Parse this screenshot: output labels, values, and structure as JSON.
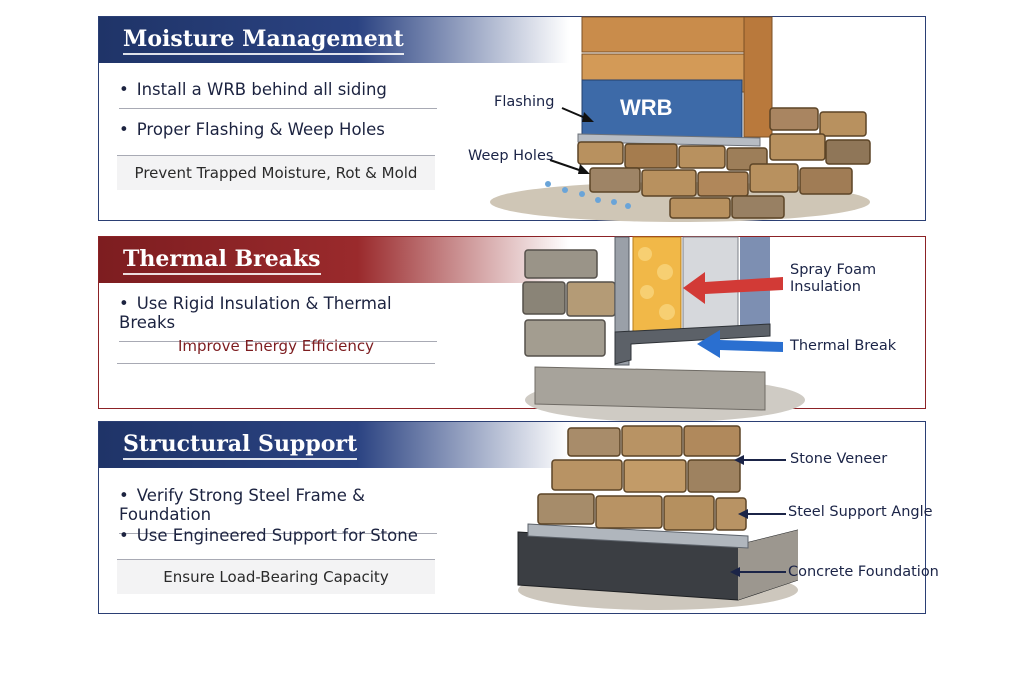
{
  "moisture": {
    "title": "Moisture Management",
    "bullets": [
      "Install a WRB behind all siding",
      "Proper Flashing & Weep Holes"
    ],
    "note": "Prevent Trapped Moisture, Rot & Mold",
    "labels": {
      "flashing": "Flashing",
      "weep": "Weep Holes",
      "wrb": "WRB"
    }
  },
  "thermal": {
    "title": "Thermal Breaks",
    "bullets": [
      "Use Rigid Insulation & Thermal Breaks"
    ],
    "note": "Improve Energy Efficiency",
    "labels": {
      "spray": "Spray Foam\nInsulation",
      "break": "Thermal Break"
    }
  },
  "structural": {
    "title": "Structural Support",
    "bullets": [
      "Verify Strong Steel Frame & Foundation",
      "Use Engineered Support for Stone"
    ],
    "note": "Ensure Load-Bearing Capacity",
    "labels": {
      "veneer": "Stone Veneer",
      "angle": "Steel Support Angle",
      "foundation": "Concrete Foundation"
    }
  },
  "colors": {
    "blue": "#2b3f74",
    "red": "#8c2226",
    "arrow_red": "#d23a36",
    "arrow_blue": "#2a6fd0"
  }
}
